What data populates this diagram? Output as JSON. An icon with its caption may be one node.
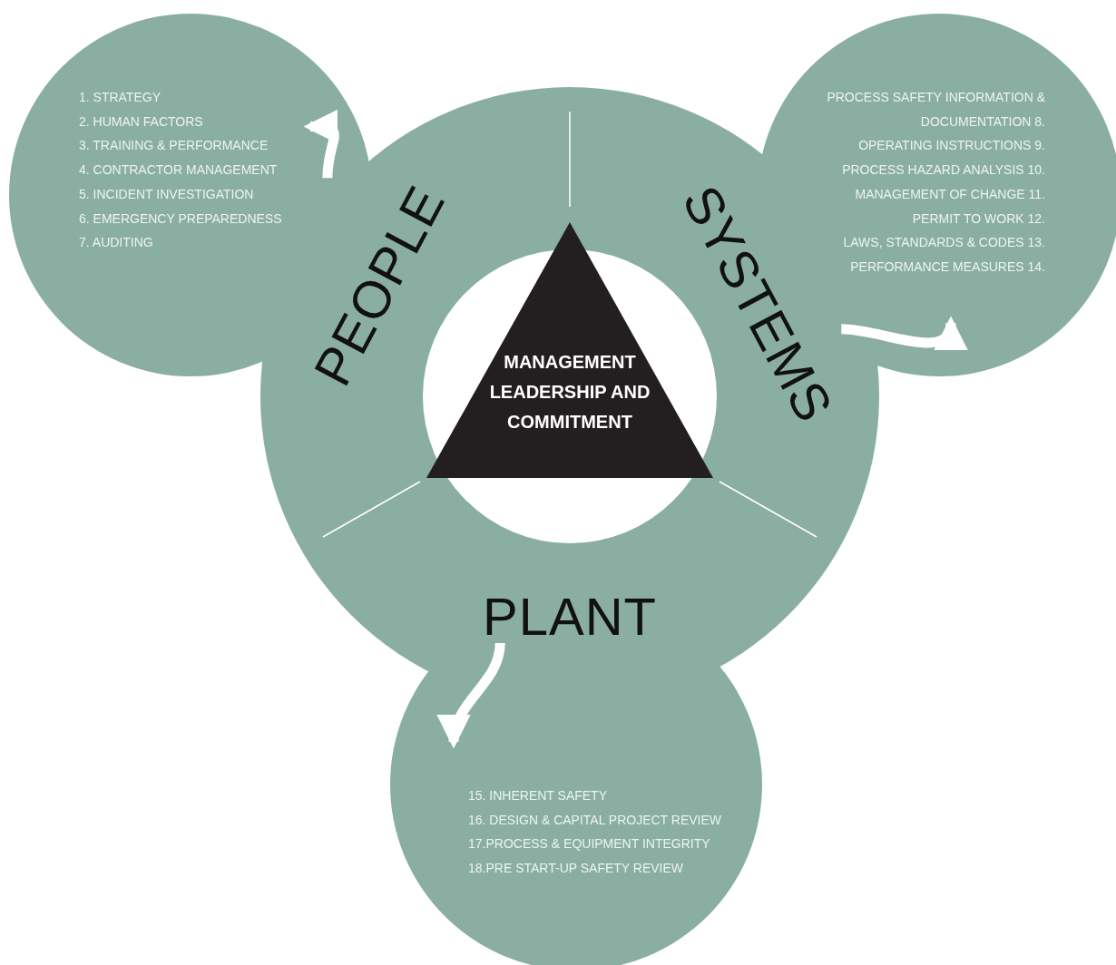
{
  "diagram": {
    "nodes": [
      {
        "text": [
          "PEOPLE"
        ]
      },
      {
        "text": [
          "SYSTEMS"
        ]
      },
      {
        "text": [
          "PLANT"
        ]
      },
      {
        "text": [
          "MANAGEMENT LEADERSHIP AND COMMITMENT"
        ]
      },
      {
        "text": [
          "1.  STRATEGY",
          "2. HUMAN FACTORS",
          "3. TRAINING & PERFORMANCE",
          "4. CONTRACTOR MANAGEMENT",
          "5. INCIDENT INVESTIGATION",
          "6. EMERGENCY PREPAREDNESS",
          "7. AUDITING"
        ]
      },
      {
        "text": [
          "PROCESS SAFETY INFORMATION & DOCUMENTATION 8.",
          "OPERATING INSTRUCTIONS 9.",
          "PROCESS HAZARD ANALYSIS 10.",
          "MANAGEMENT OF CHANGE 11.",
          "PERMIT TO WORK 12.",
          "LAWS, STANDARDS & CODES 13.",
          "PERFORMANCE MEASURES 14."
        ]
      },
      {
        "text": [
          "15. INHERENT SAFETY",
          "16. DESIGN & CAPITAL PROJECT REVIEW",
          "17.PROCESS & EQUIPMENT INTEGRITY",
          "18.PRE START-UP SAFETY REVIEW"
        ]
      }
    ],
    "edges": [
      {
        "from": 0,
        "to": 4,
        "arrow": "to"
      },
      {
        "from": 1,
        "to": 5,
        "arrow": "to"
      },
      {
        "from": 2,
        "to": 6,
        "arrow": "to"
      }
    ]
  }
}
